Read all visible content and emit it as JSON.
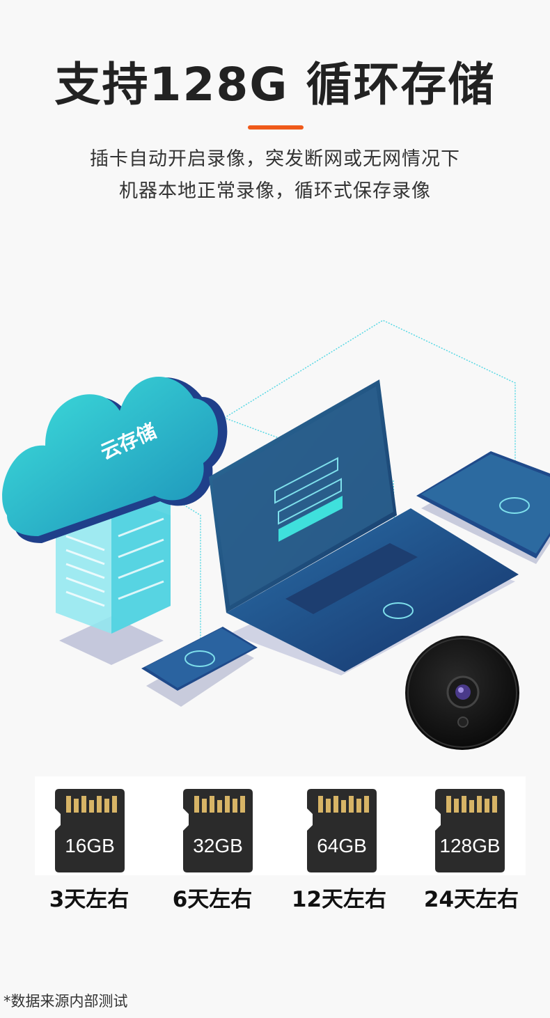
{
  "header": {
    "title": "支持128G 循环存储",
    "subtitle_line1": "插卡自动开启录像，突发断网或无网情况下",
    "subtitle_line2": "机器本地正常录像，循环式保存录像",
    "accent_color": "#ef5a1a"
  },
  "illustration": {
    "cloud_label": "云存储",
    "icons": [
      "cloud-storage-icon",
      "server-rack-icon",
      "laptop-icon",
      "tablet-icon",
      "phone-icon",
      "camera-icon"
    ]
  },
  "storage_options": [
    {
      "card": "16GB",
      "duration": "3天左右"
    },
    {
      "card": "32GB",
      "duration": "6天左右"
    },
    {
      "card": "64GB",
      "duration": "12天左右"
    },
    {
      "card": "128GB",
      "duration": "24天左右"
    }
  ],
  "footnote": "*数据来源内部测试"
}
